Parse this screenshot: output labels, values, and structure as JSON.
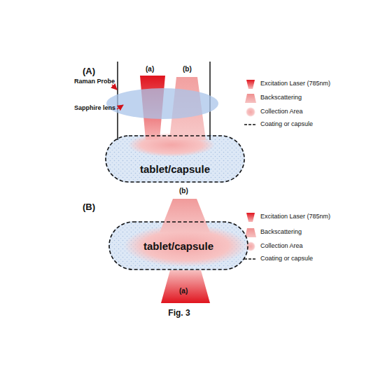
{
  "diagram": {
    "caption": "Fig. 3",
    "nodes": [
      {
        "text": [
          "tablet/capsule"
        ]
      },
      {
        "text": [
          "tablet/capsule"
        ]
      }
    ],
    "labels": [
      "(A)",
      "(a)",
      "(b)",
      "Raman Probe",
      "Sapphire lens",
      "(B)",
      "(b)",
      "(a)"
    ],
    "legend": [
      {
        "text": "Excitation Laser (785nm)"
      },
      {
        "text": "Backscattering"
      },
      {
        "text": "Collection Area"
      },
      {
        "text": "Coating or capsule"
      },
      {
        "text": "Excitation Laser (785nm)"
      },
      {
        "text": "Backscattering"
      },
      {
        "text": "Collection Area"
      },
      {
        "text": "Coating or capsule"
      }
    ]
  }
}
